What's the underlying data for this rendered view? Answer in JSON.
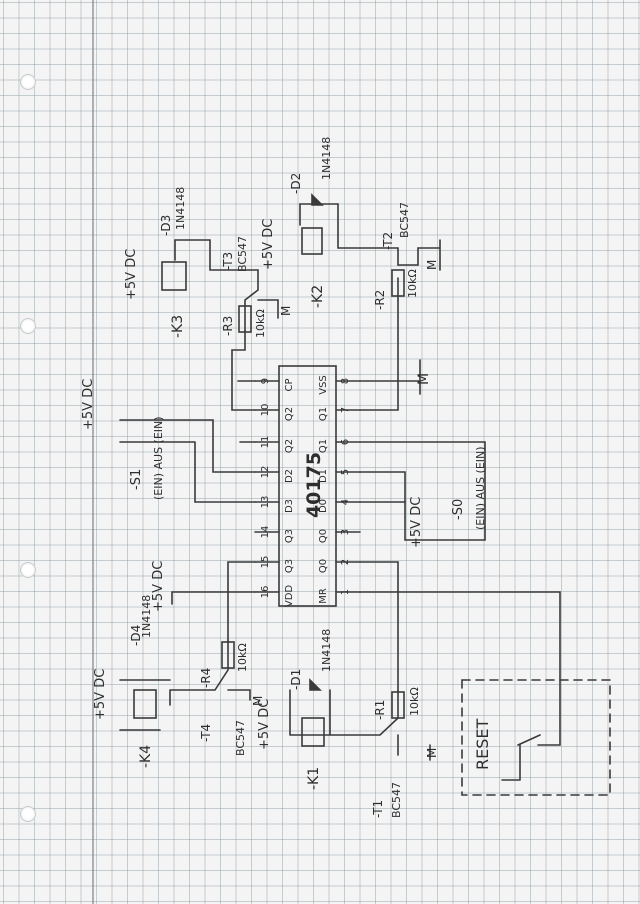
{
  "ic": {
    "part": "40175",
    "pins_left": [
      "16",
      "15",
      "14",
      "13",
      "12",
      "11",
      "10",
      "9"
    ],
    "names_left": [
      "VDD",
      "Q3",
      "Q3",
      "D3",
      "D2",
      "Q2",
      "Q2",
      "CP"
    ],
    "pins_right": [
      "1",
      "2",
      "3",
      "4",
      "5",
      "6",
      "7",
      "8"
    ],
    "names_right": [
      "MR",
      "Q0",
      "Q0",
      "D0",
      "D1",
      "Q1",
      "Q1",
      "VSS"
    ]
  },
  "supply": {
    "plus5": "+5V DC",
    "ground": "M"
  },
  "switches": {
    "s1": {
      "ref": "-S1",
      "mode": "(EIN) AUS (EIN)"
    },
    "s0": {
      "ref": "-S0",
      "mode": "(EIN) AUS (EIN)"
    },
    "reset": {
      "ref": "RESET"
    }
  },
  "relays": {
    "k1": "-K1",
    "k2": "-K2",
    "k3": "-K3",
    "k4": "-K4"
  },
  "diodes": {
    "d1": {
      "ref": "-D1",
      "type": "1N4148"
    },
    "d2": {
      "ref": "-D2",
      "type": "1N4148"
    },
    "d3": {
      "ref": "-D3",
      "type": "1N4148"
    },
    "d4": {
      "ref": "-D4",
      "type": "1N4148"
    }
  },
  "transistors": {
    "t1": {
      "ref": "-T1",
      "type": "BC547"
    },
    "t2": {
      "ref": "-T2",
      "type": "BC547"
    },
    "t3": {
      "ref": "-T3",
      "type": "BC547"
    },
    "t4": {
      "ref": "-T4",
      "type": "BC547"
    }
  },
  "resistors": {
    "r1": {
      "ref": "-R1",
      "value": "10kΩ"
    },
    "r2": {
      "ref": "-R2",
      "value": "10kΩ"
    },
    "r3": {
      "ref": "-R3",
      "value": "10kΩ"
    },
    "r4": {
      "ref": "-R4",
      "value": "10kΩ"
    }
  }
}
